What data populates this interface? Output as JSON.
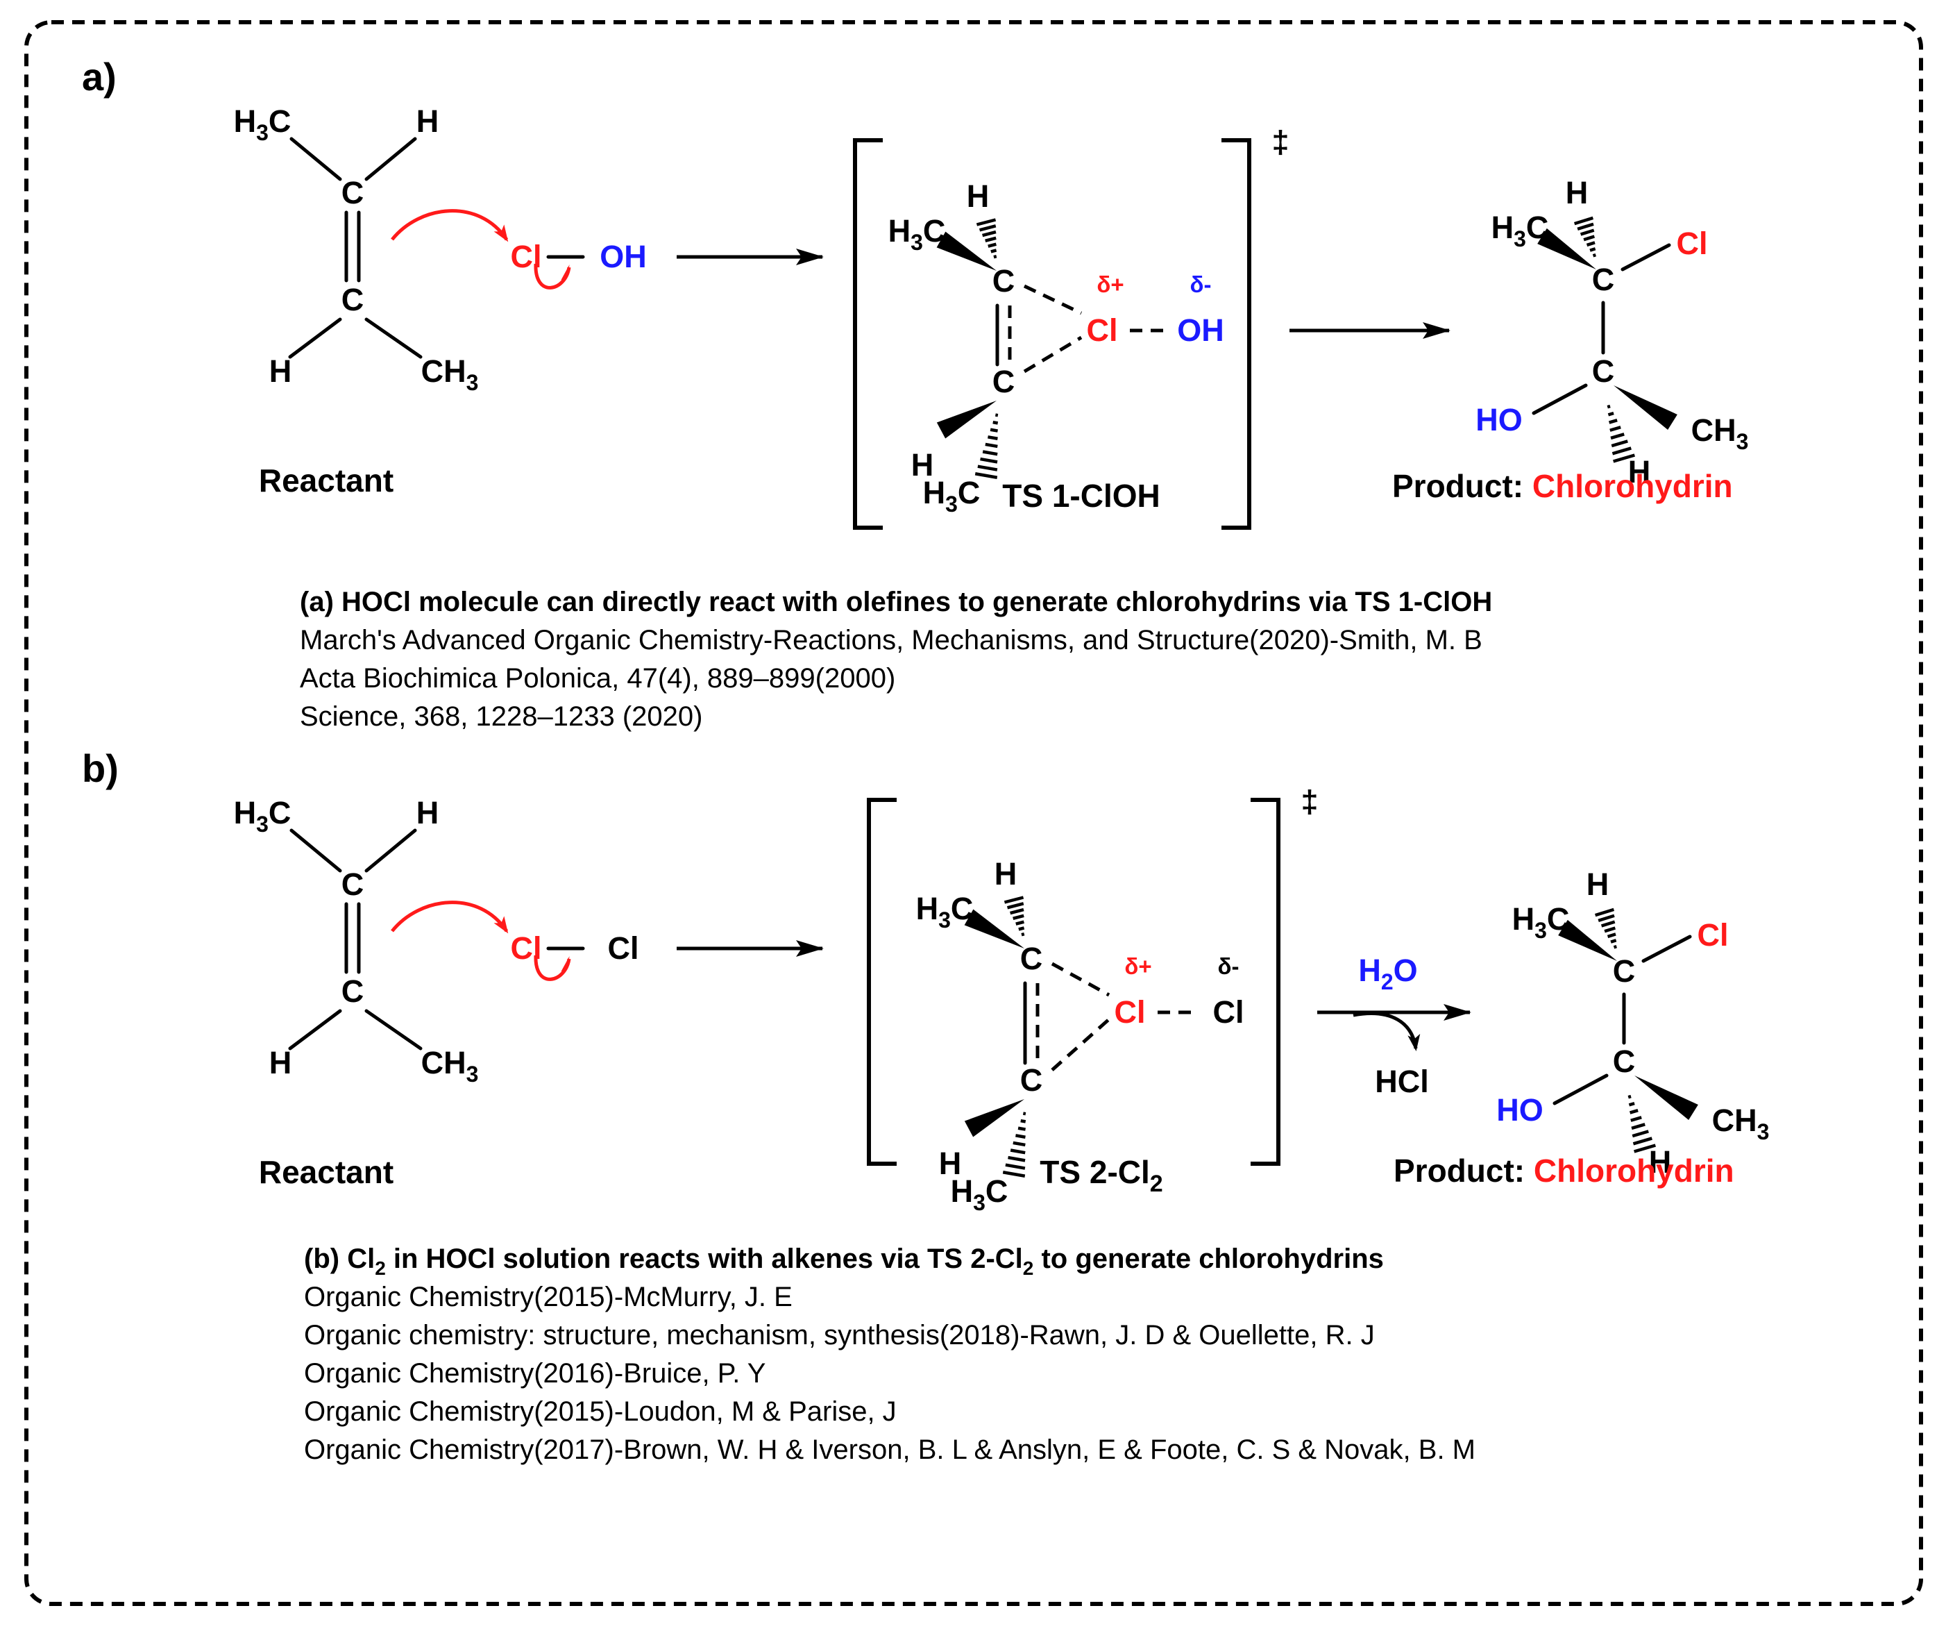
{
  "panels": [
    {
      "letter": "a)",
      "reactant": {
        "top_left": [
          "H",
          "3",
          "C"
        ],
        "top_right": "H",
        "bottom_left": "H",
        "bottom_right": [
          "CH",
          "3"
        ],
        "carbon": "C",
        "label": "Reactant"
      },
      "reagent": {
        "cl": "Cl",
        "partner": "OH",
        "partner_color": "#1a1aff"
      },
      "ts": {
        "top_h": "H",
        "top_methyl": [
          "H",
          "3",
          "C"
        ],
        "bottom_h": "H",
        "bottom_methyl": [
          "H",
          "3",
          "C"
        ],
        "carbon": "C",
        "delta_plus": "δ+",
        "delta_minus": "δ-",
        "cl": "Cl",
        "partner": "OH",
        "partner_color": "#1a1aff",
        "delta_minus_color": "#1a1aff",
        "dagger": "‡",
        "label": [
          "TS 1-ClOH"
        ]
      },
      "product": {
        "label_prefix": "Product: ",
        "label_name": "Chlorohydrin",
        "top_h": "H",
        "top_methyl": [
          "H",
          "3",
          "C"
        ],
        "cl": "Cl",
        "carbon": "C",
        "ho": "HO",
        "bottom_methyl": [
          "CH",
          "3"
        ],
        "bottom_h": "H"
      },
      "caption": {
        "title": "(a) HOCl molecule can directly react with olefines to generate chlorohydrins via TS 1-ClOH",
        "refs": [
          "March's Advanced Organic Chemistry-Reactions, Mechanisms, and Structure(2020)-Smith, M. B",
          "Acta Biochimica Polonica, 47(4), 889–899(2000)",
          "Science, 368, 1228–1233 (2020)"
        ]
      }
    },
    {
      "letter": "b)",
      "reactant": {
        "top_left": [
          "H",
          "3",
          "C"
        ],
        "top_right": "H",
        "bottom_left": "H",
        "bottom_right": [
          "CH",
          "3"
        ],
        "carbon": "C",
        "label": "Reactant"
      },
      "reagent": {
        "cl": "Cl",
        "partner": "Cl",
        "partner_color": "#000000"
      },
      "ts": {
        "top_h": "H",
        "top_methyl": [
          "H",
          "3",
          "C"
        ],
        "bottom_h": "H",
        "bottom_methyl": [
          "H",
          "3",
          "C"
        ],
        "carbon": "C",
        "delta_plus": "δ+",
        "delta_minus": "δ-",
        "cl": "Cl",
        "partner": "Cl",
        "partner_color": "#000000",
        "delta_minus_color": "#000000",
        "dagger": "‡",
        "label": [
          "TS 2-Cl",
          "2"
        ]
      },
      "arrow_reagents": {
        "above": [
          "H",
          "2",
          "O"
        ],
        "below": "HCl"
      },
      "product": {
        "label_prefix": "Product: ",
        "label_name": "Chlorohydrin",
        "top_h": "H",
        "top_methyl": [
          "H",
          "3",
          "C"
        ],
        "cl": "Cl",
        "carbon": "C",
        "ho": "HO",
        "bottom_methyl": [
          "CH",
          "3"
        ],
        "bottom_h": "H"
      },
      "caption": {
        "title_parts": [
          "(b) Cl",
          "2",
          " in HOCl solution reacts with alkenes via TS 2-Cl",
          "2",
          " to generate chlorohydrins"
        ],
        "refs": [
          "Organic Chemistry(2015)-McMurry, J. E",
          "Organic chemistry: structure, mechanism, synthesis(2018)-Rawn, J. D & Ouellette, R. J",
          "Organic Chemistry(2016)-Bruice, P. Y",
          "Organic Chemistry(2015)-Loudon, M & Parise, J",
          "Organic Chemistry(2017)-Brown, W. H & Iverson, B. L & Anslyn, E & Foote, C. S & Novak, B. M"
        ]
      }
    }
  ],
  "colors": {
    "red": "#ff1a1a",
    "blue": "#1a1aff",
    "black": "#000000"
  }
}
